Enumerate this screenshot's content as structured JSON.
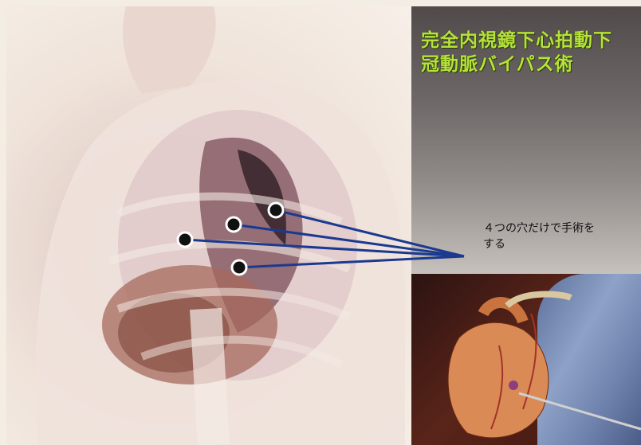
{
  "title": "完全内視鏡下心拍動下\n冠動脈バイパス術",
  "caption": "４つの穴だけで手術を\nする",
  "icons": [
    "torso-illustration",
    "heart-illustration",
    "surgical-instrument"
  ]
}
